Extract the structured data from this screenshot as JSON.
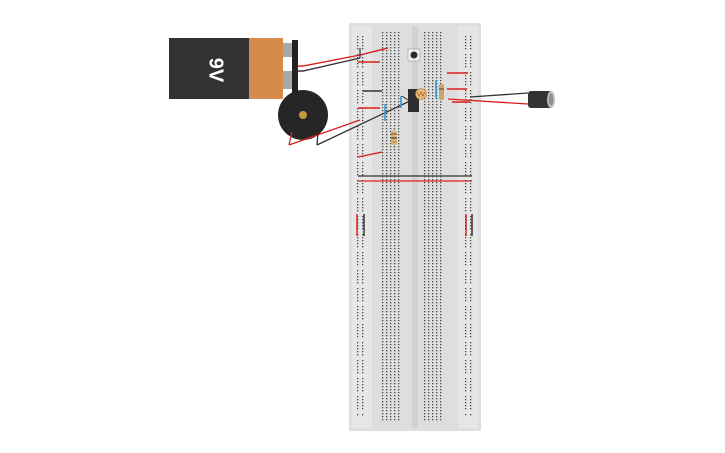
{
  "battery": {
    "label": "9V",
    "body_color": "#333333",
    "cap_color": "#d68a4c",
    "terminal_color": "#a8a8a8"
  },
  "breadboard": {
    "body_color": "#dedede",
    "hole_color": "#4a4a4a",
    "rail_red": "#e0241c",
    "rail_dark": "#333333"
  },
  "wires": {
    "red": "#d81e1e",
    "black": "#333333",
    "blue": "#2a9bd6"
  },
  "components": [
    {
      "name": "battery-9v",
      "kind": "battery"
    },
    {
      "name": "piezo-buzzer",
      "kind": "buzzer"
    },
    {
      "name": "pushbutton",
      "kind": "switch"
    },
    {
      "name": "photoresistor",
      "kind": "sensor"
    },
    {
      "name": "transistor",
      "kind": "transistor"
    },
    {
      "name": "resistor",
      "kind": "resistor"
    },
    {
      "name": "capacitor",
      "kind": "capacitor"
    },
    {
      "name": "electrolytic-capacitor",
      "kind": "capacitor"
    }
  ]
}
